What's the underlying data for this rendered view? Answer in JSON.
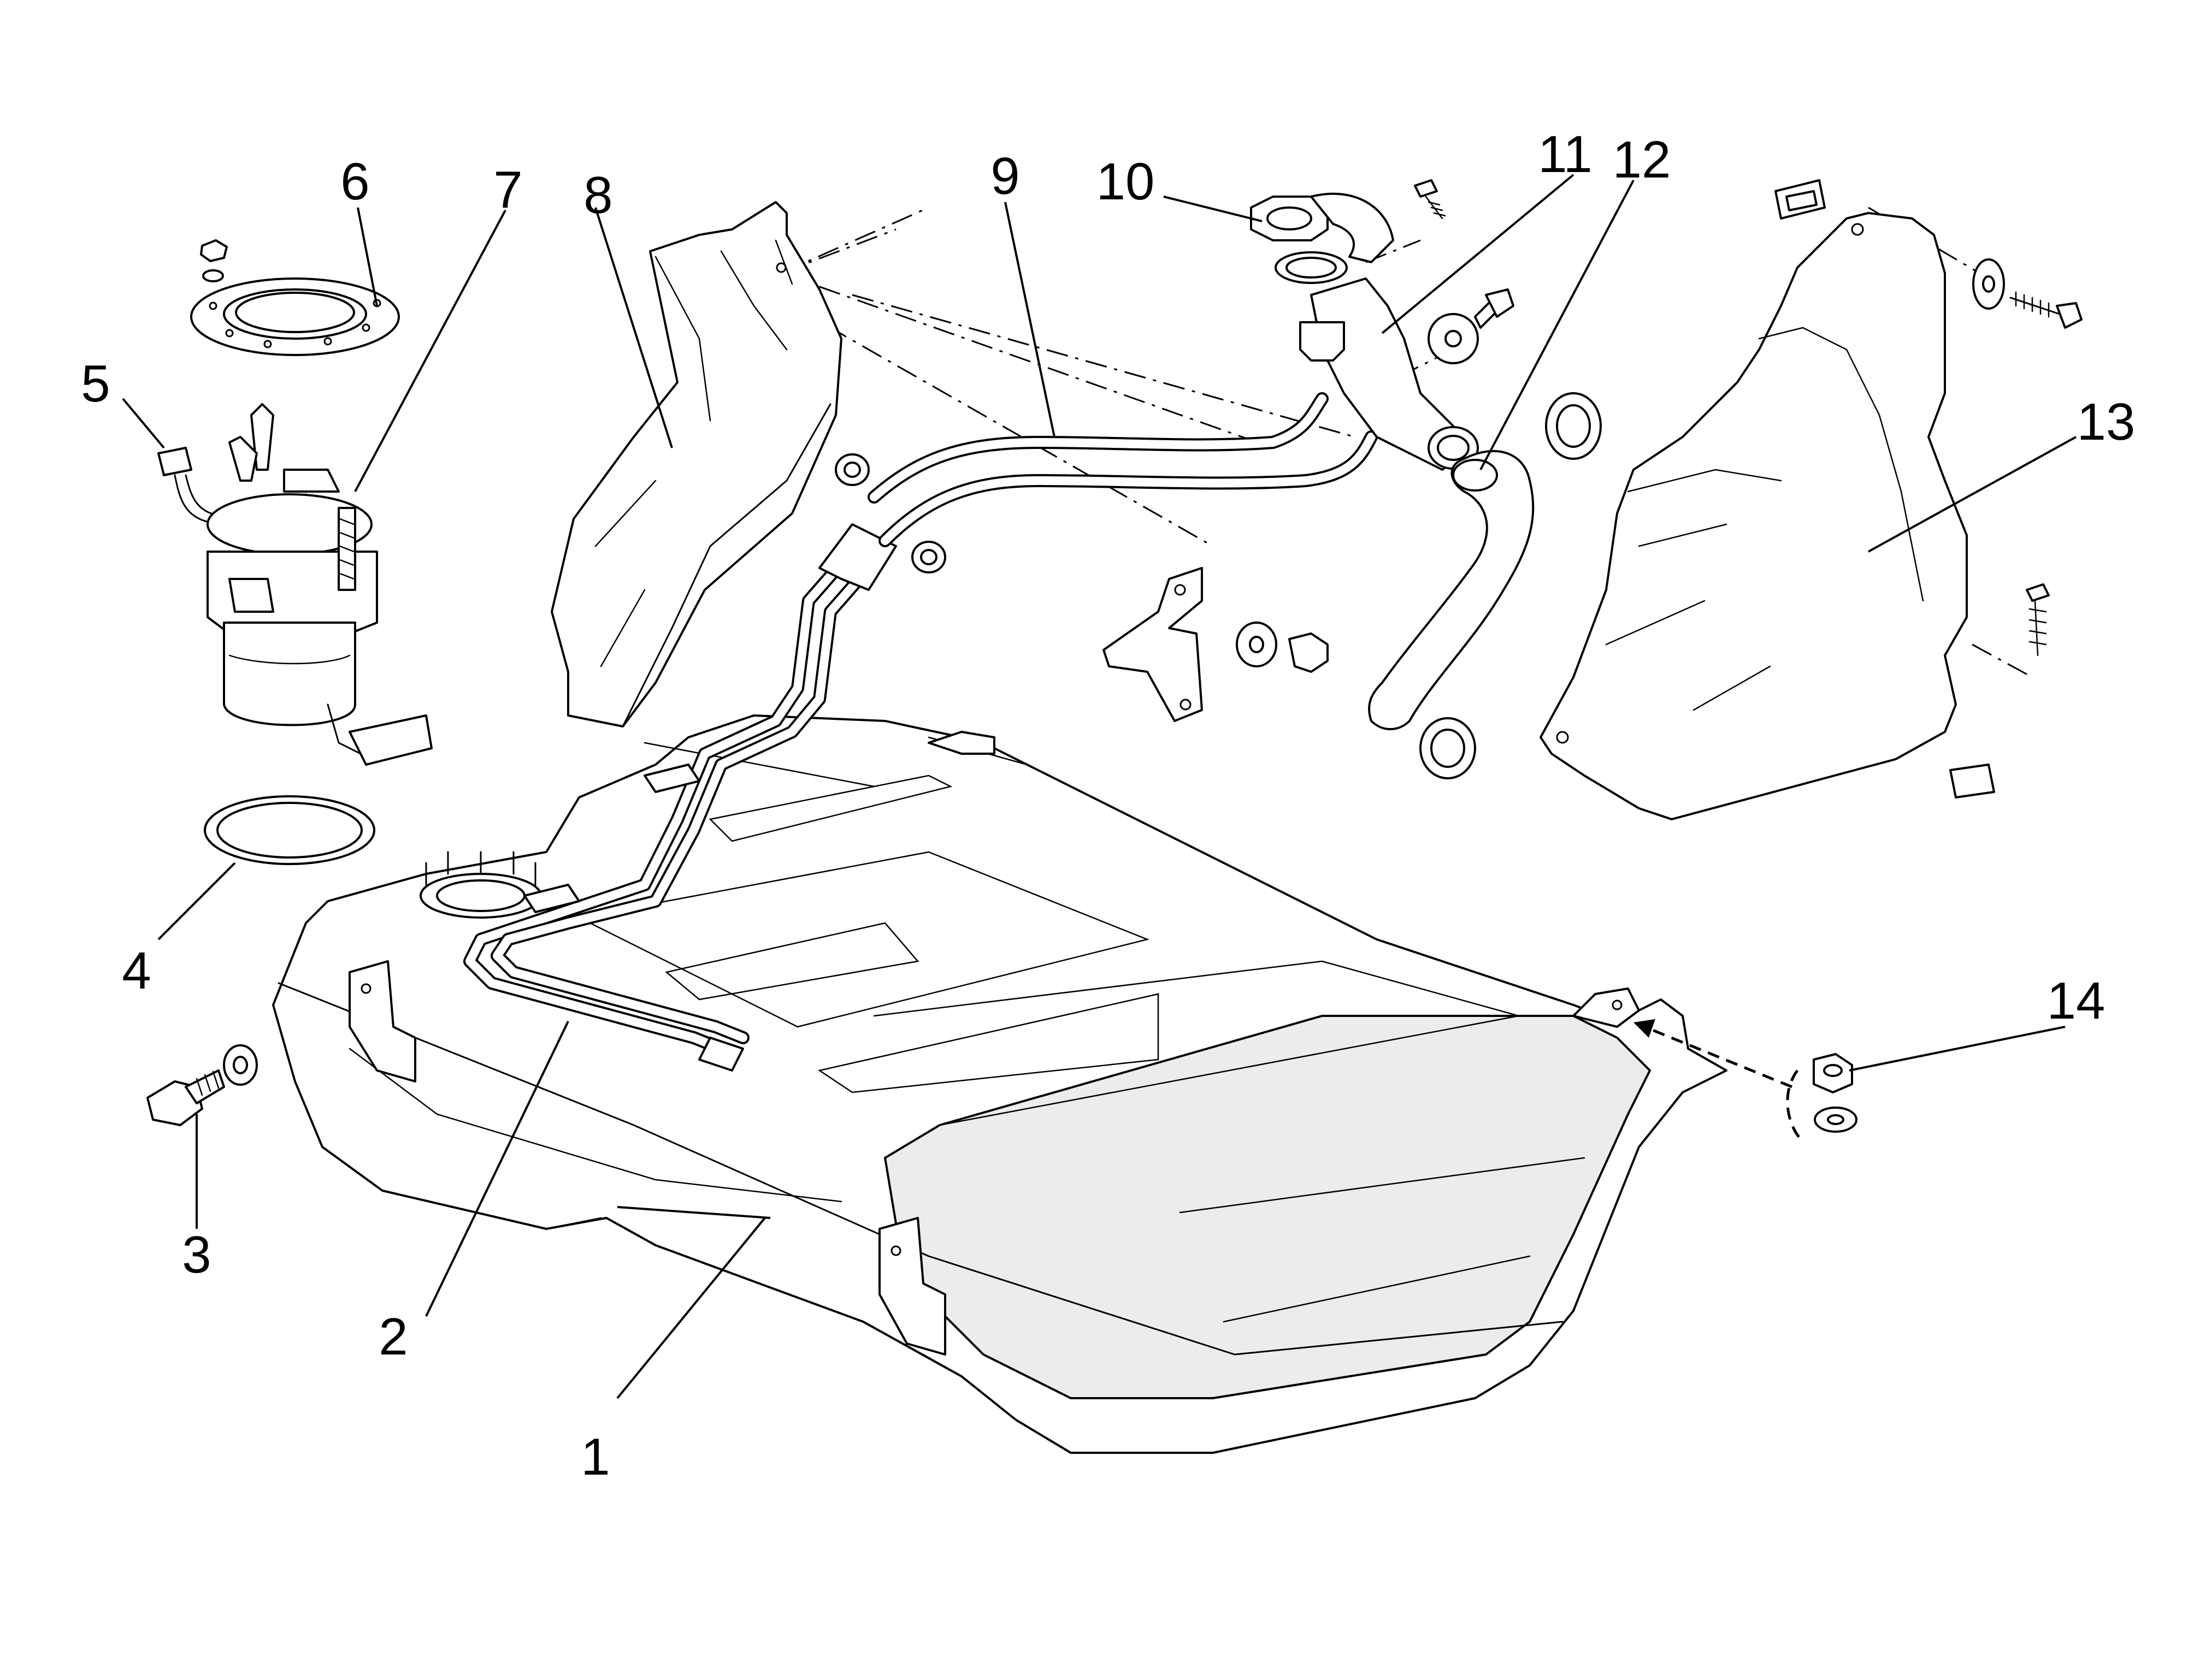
{
  "diagram": {
    "type": "exploded-parts-diagram",
    "subject_parts": [
      {
        "id": "1",
        "label": "1",
        "icon": "fuel-tank"
      },
      {
        "id": "2",
        "label": "2",
        "icon": "fuel-lines"
      },
      {
        "id": "3",
        "label": "3",
        "icon": "bolt-with-washer"
      },
      {
        "id": "4",
        "label": "4",
        "icon": "seal-ring"
      },
      {
        "id": "5",
        "label": "5",
        "icon": "wiring-connector"
      },
      {
        "id": "6",
        "label": "6",
        "icon": "locking-ring"
      },
      {
        "id": "7",
        "label": "7",
        "icon": "fuel-pump-sender"
      },
      {
        "id": "8",
        "label": "8",
        "icon": "heat-shield"
      },
      {
        "id": "9",
        "label": "9",
        "icon": "vent-hoses"
      },
      {
        "id": "10",
        "label": "10",
        "icon": "filler-cap"
      },
      {
        "id": "11",
        "label": "11",
        "icon": "filler-neck"
      },
      {
        "id": "12",
        "label": "12",
        "icon": "filler-hose"
      },
      {
        "id": "13",
        "label": "13",
        "icon": "tank-guard"
      },
      {
        "id": "14",
        "label": "14",
        "icon": "nut-and-washer"
      }
    ]
  }
}
